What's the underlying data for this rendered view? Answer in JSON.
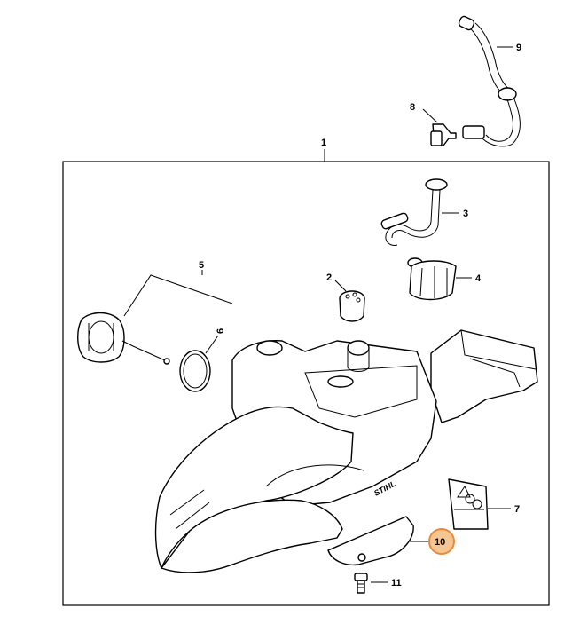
{
  "callouts": {
    "c1": "1",
    "c2": "2",
    "c3": "3",
    "c4": "4",
    "c5": "5",
    "c6": "6",
    "c7": "7",
    "c8": "8",
    "c9": "9",
    "c10": "10",
    "c11": "11"
  },
  "logo": {
    "text": "STIHL"
  },
  "colors": {
    "highlight_fill": "#f6c591",
    "highlight_stroke": "#e9893a",
    "line": "#000000"
  },
  "highlighted_callout": "10"
}
